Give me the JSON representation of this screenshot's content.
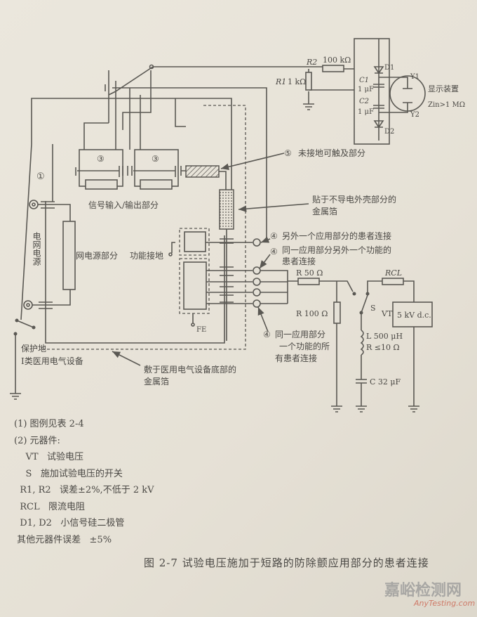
{
  "diagram": {
    "r2_label": "R2",
    "r2_value": "100 kΩ",
    "r1_label": "R1",
    "r1_value": "1 kΩ",
    "d1": "D1",
    "d2": "D2",
    "c1": "C1",
    "c1_value": "1 μF",
    "c2": "C2",
    "c2_value": "1 μF",
    "y1": "Y1",
    "y2": "Y2",
    "display_label": "显示装置",
    "display_zin": "Zin>1 MΩ",
    "marker_1": "①",
    "marker_3": "③",
    "marker_4": "④",
    "marker_5": "⑤",
    "label_untouched": "未接地可触及部分",
    "label_signal_io": "信号输入/输出部分",
    "label_foil_enclosure_1": "贴于不导电外壳部分的",
    "label_foil_enclosure_2": "金属箔",
    "label_mains_part": "网电源部分",
    "label_functional_earth": "功能接地",
    "label_mains_supply": "电网电源",
    "label_other_ap_1": "另外一个应用部分的患者连接",
    "label_same_ap_other_fn_1": "同一应用部分另外一个功能的",
    "label_same_ap_other_fn_2": "患者连接",
    "label_fe": "FE",
    "label_r50": "R 50 Ω",
    "label_r100": "R 100 Ω",
    "label_same_fn_1": "同一应用部分",
    "label_same_fn_2": "一个功能的所",
    "label_same_fn_3": "有患者连接",
    "label_protective_earth": "保护地",
    "label_class1": "I类医用电气设备",
    "label_foil_bottom_1": "敷于医用电气设备底部的",
    "label_foil_bottom_2": "金属箔",
    "label_switch": "S",
    "label_inductor": "L 500 μH",
    "label_inductor_r": "R ≤10 Ω",
    "label_capacitor": "C 32 μF",
    "label_rcl": "RCL",
    "label_vt": "VT",
    "label_source": "5 kV d.c."
  },
  "notes": [
    "(1) 图例见表 2-4",
    "(2) 元器件:",
    "    VT   试验电压",
    "    S   施加试验电压的开关",
    "  R1, R2   误差±2%,不低于 2 kV",
    "  RCL   限流电阻",
    "  D1, D2   小信号硅二极管",
    " 其他元器件误差   ±5%"
  ],
  "caption": "图 2-7   试验电压施加于短路的防除颤应用部分的患者连接",
  "watermark": {
    "cn": "嘉峪检测网",
    "en": "AnyTesting.com"
  }
}
